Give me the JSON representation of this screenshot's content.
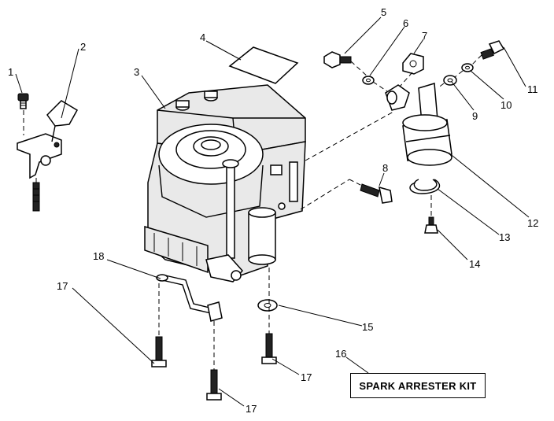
{
  "callouts": [
    {
      "id": "c1",
      "label": "1"
    },
    {
      "id": "c2",
      "label": "2"
    },
    {
      "id": "c3",
      "label": "3"
    },
    {
      "id": "c4",
      "label": "4"
    },
    {
      "id": "c5",
      "label": "5"
    },
    {
      "id": "c6",
      "label": "6"
    },
    {
      "id": "c7",
      "label": "7"
    },
    {
      "id": "c8",
      "label": "8"
    },
    {
      "id": "c9",
      "label": "9"
    },
    {
      "id": "c10",
      "label": "10"
    },
    {
      "id": "c11",
      "label": "11"
    },
    {
      "id": "c12",
      "label": "12"
    },
    {
      "id": "c13",
      "label": "13"
    },
    {
      "id": "c14",
      "label": "14"
    },
    {
      "id": "c15",
      "label": "15"
    },
    {
      "id": "c16",
      "label": "16"
    },
    {
      "id": "c17a",
      "label": "17"
    },
    {
      "id": "c17b",
      "label": "17"
    },
    {
      "id": "c17c",
      "label": "17"
    },
    {
      "id": "c18",
      "label": "18"
    }
  ],
  "kit_label": "SPARK ARRESTER KIT"
}
